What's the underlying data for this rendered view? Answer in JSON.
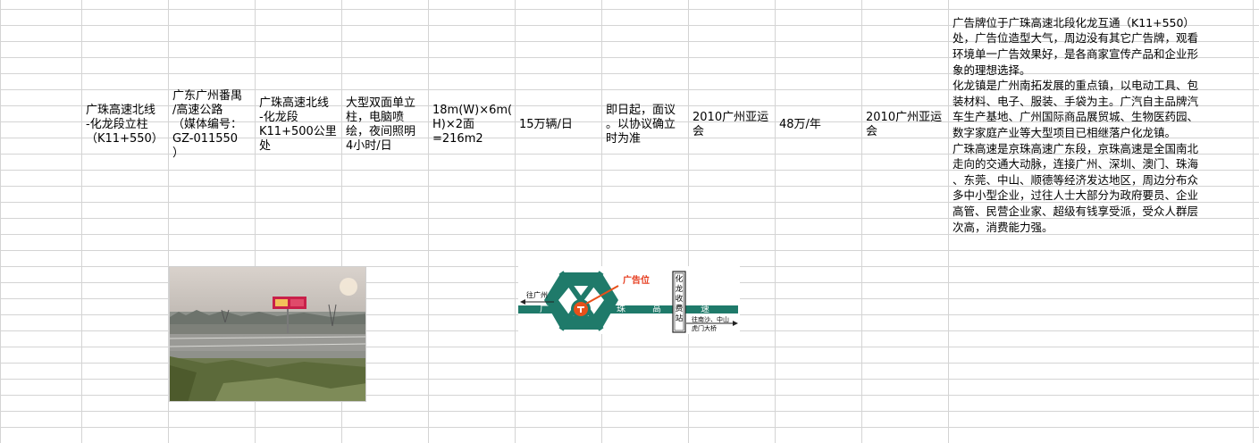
{
  "row": {
    "name": "广珠高速北线\n-化龙段立柱\n（K11+550）",
    "location": "广东广州番禺\n/高速公路\n（媒体编号：\nGZ-011550\n）",
    "position": "广珠高速北线\n-化龙段\nK11+500公里\n处",
    "form": "大型双面单立\n柱，电脑喷\n绘，夜间照明\n4小时/日",
    "size": "18m(W)×6m(\nH)×2面\n=216m2",
    "traffic": "15万辆/日",
    "term": "即日起，面议\n。以协议确立\n时为准",
    "event": "2010广州亚运\n会",
    "price": "48万/年",
    "event2": "2010广州亚运\n会",
    "description": "广告牌位于广珠高速北段化龙互通（K11+550）\n处，广告位造型大气，周边没有其它广告牌，观看\n环境单一广告效果好，是各商家宣传产品和企业形\n象的理想选择。\n化龙镇是广州南拓发展的重点镇，以电动工具、包\n装材料、电子、服装、手袋为主。广汽自主品牌汽\n车生产基地、广州国际商品展贸城、生物医药园、\n数字家庭产业等大型项目已相继落户化龙镇。\n广珠高速是京珠高速广东段，京珠高速是全国南北\n走向的交通大动脉，连接广州、深圳、澳门、珠海\n、东莞、中山、顺德等经济发达地区，周边分布众\n多中小型企业，过往人士大部分为政府要员、企业\n高管、民营企业家、超级有钱享受派，受众人群层\n次高，消费能力强。"
  },
  "map": {
    "ad_label": "广告位",
    "to_guangzhou": "往广州",
    "road_chars": [
      "广",
      "珠",
      "高",
      "速"
    ],
    "toll_station": [
      "化",
      "龙",
      "收",
      "费",
      "站"
    ],
    "to_south_line1": "往南沙、中山",
    "to_south_line2": "虎门大桥",
    "colors": {
      "teal": "#1f7a6a",
      "orange": "#e8501a",
      "label_red": "#e63c1e"
    }
  }
}
